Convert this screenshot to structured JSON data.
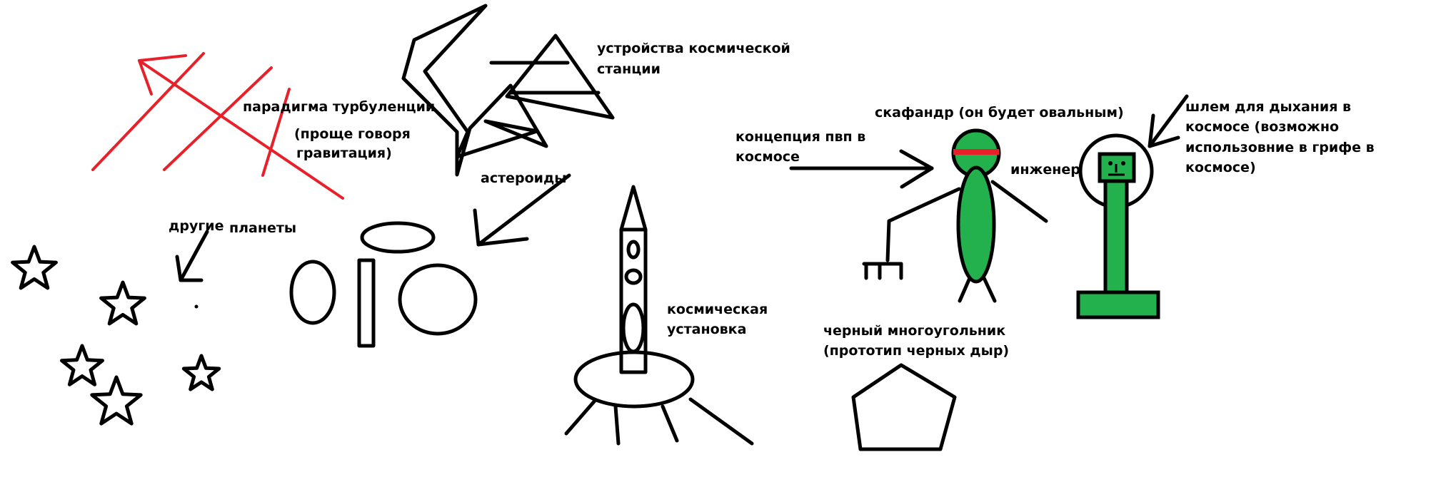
{
  "labels": {
    "turbulence": "парадигма турбуленции",
    "gravity_line1": "(проще говоря",
    "gravity_line2": "гравитация)",
    "station_line1": "устройства космической",
    "station_line2": "станции",
    "asteroids": "астероиды",
    "other": "другие",
    "planets": "планеты",
    "installation_line1": "космическая",
    "installation_line2": "установка",
    "pvp_line1": "концепция пвп в",
    "pvp_line2": "космосе",
    "suit": "скафандр (он будет овальным)",
    "engineer": "инженер",
    "helmet_line1": "шлем для дыхания в",
    "helmet_line2": "космосе (возможно",
    "helmet_line3": "использовние в грифе в",
    "helmet_line4": "космосе)",
    "polygon_line1": "черный многоугольник",
    "polygon_line2": "(прототип черных дыр)"
  },
  "colors": {
    "ink": "#000000",
    "red": "#e8202a",
    "green": "#22b14c"
  }
}
